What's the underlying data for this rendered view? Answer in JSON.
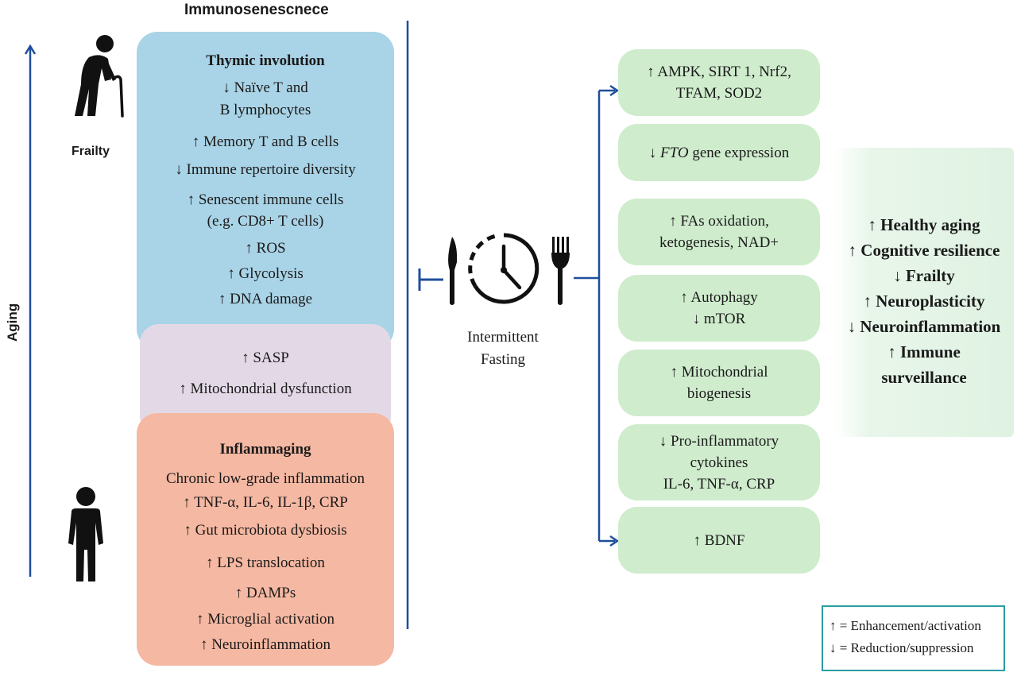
{
  "header": {
    "title": "Immunosenescnece"
  },
  "aging_axis": {
    "label": "Aging",
    "frailty_label": "Frailty"
  },
  "thymic": {
    "title": "Thymic involution",
    "lines": [
      "↓  Naïve T and",
      "B lymphocytes",
      "↑ Memory T and B cells",
      "↓  Immune repertoire diversity",
      "↑  Senescent immune cells",
      "(e.g. CD8+ T cells)",
      "↑  ROS",
      "↑  Glycolysis",
      "↑ DNA damage"
    ]
  },
  "overlap": {
    "lines": [
      "↑  SASP",
      "↑  Mitochondrial dysfunction"
    ]
  },
  "inflammaging": {
    "title": "Inflammaging",
    "lines": [
      "Chronic low-grade inflammation",
      "↑  TNF-α, IL-6, IL-1β, CRP",
      "↑  Gut microbiota dysbiosis",
      "↑  LPS translocation",
      "↑  DAMPs",
      "↑  Microglial activation",
      "↑  Neuroinflammation"
    ]
  },
  "intervention": {
    "label_line1": "Intermittent",
    "label_line2": "Fasting",
    "icons": [
      "knife-icon",
      "clock-icon",
      "fork-icon"
    ]
  },
  "effects": {
    "box1_l1": "↑  AMPK, SIRT 1, Nrf2,",
    "box1_l2": "TFAM, SOD2",
    "box2_arrow": "↓ ",
    "box2_gene": "FTO",
    "box2_rest": " gene expression",
    "box3_l1": "↑  FAs oxidation,",
    "box3_l2": "ketogenesis, NAD+",
    "box4_l1": "↑  Autophagy",
    "box4_l2": "↓  mTOR",
    "box5_l1": "↑  Mitochondrial",
    "box5_l2": "biogenesis",
    "box6_l1": "↓  Pro-inflammatory",
    "box6_l2": "cytokines",
    "box6_l3": "IL-6, TNF-α, CRP",
    "box7_l1": "↑  BDNF"
  },
  "outcomes": [
    "↑ Healthy aging",
    "↑ Cognitive resilience",
    "↓  Frailty",
    "↑  Neuroplasticity",
    "↓  Neuroinflammation",
    "↑  Immune",
    "surveillance"
  ],
  "legend": {
    "up": "↑  = Enhancement/activation",
    "down": "↓ = Reduction/suppression"
  },
  "colors": {
    "axis_blue": "#1f4e9c",
    "thymic_panel": "#a9d3e6",
    "overlap_panel": "#e3d9e6",
    "inflammaging_panel": "#f5b8a2",
    "effect_box": "#cfeccd",
    "legend_border": "#2a9ea5"
  }
}
